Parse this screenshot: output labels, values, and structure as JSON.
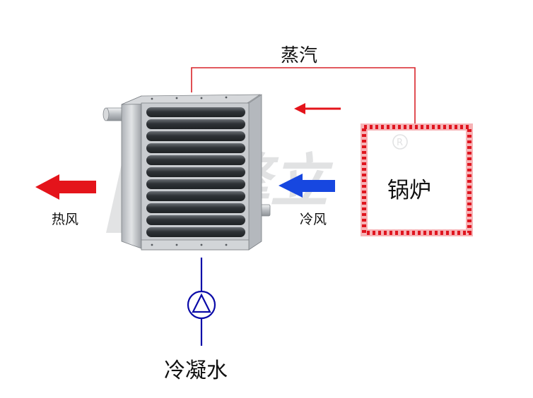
{
  "labels": {
    "steam": "蒸汽",
    "hot_air": "热风",
    "cold_air": "冷风",
    "boiler": "锅炉",
    "condensate": "冷凝水"
  },
  "watermark": {
    "text": "擎立",
    "registered_mark": "R"
  },
  "colors": {
    "steam_line": "#d9242a",
    "hot_air_arrow": "#e4141b",
    "cold_air_arrow": "#1747e0",
    "condensate_line": "#0a0aa8",
    "boiler_border": "#e0151f",
    "heater_fins": "#3a3e43",
    "heater_frame": "#c9ccd0"
  },
  "icons": {
    "pump": "pump-icon",
    "steam_flow": "arrow-left-icon"
  }
}
